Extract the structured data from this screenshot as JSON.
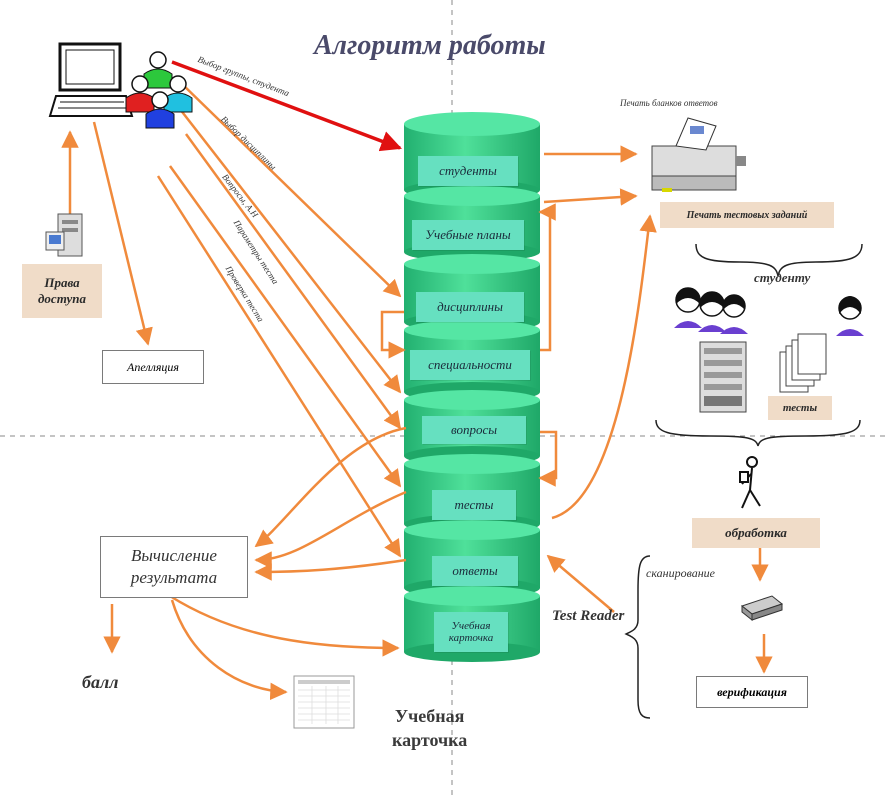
{
  "title": "Алгоритм работы",
  "database": {
    "segments": [
      "студенты",
      "Учебные планы",
      "дисциплины",
      "специальности",
      "вопросы",
      "тесты",
      "ответы",
      "Учебная карточка"
    ]
  },
  "left": {
    "access_rights": "Права доступа",
    "appeal": "Апелляция",
    "calculation": "Вычисление результата",
    "score": "балл"
  },
  "arrow_labels": {
    "group_select": "Выбор группы, студента",
    "discipline_select": "Выбор дисциплины",
    "questions": "Вопросы, А.Н",
    "test_params": "Параметры теста",
    "test_check": "Проверка теста"
  },
  "right": {
    "print_forms": "Печать бланков ответов",
    "print_tests": "Печать тестовых заданий",
    "student": "студенту",
    "tests": "тесты",
    "processing": "обработка",
    "scanning": "сканирование",
    "test_reader": "Test Reader",
    "verification": "верификация"
  },
  "bottom": {
    "card_caption_line1": "Учебная",
    "card_caption_line2": "карточка"
  },
  "colors": {
    "cylinder": "#3ccf8c",
    "label_bg": "#66e0c0",
    "arrow": "#f08a3c",
    "red_arrow": "#e01010",
    "tan_box": "#f0dcc8"
  }
}
